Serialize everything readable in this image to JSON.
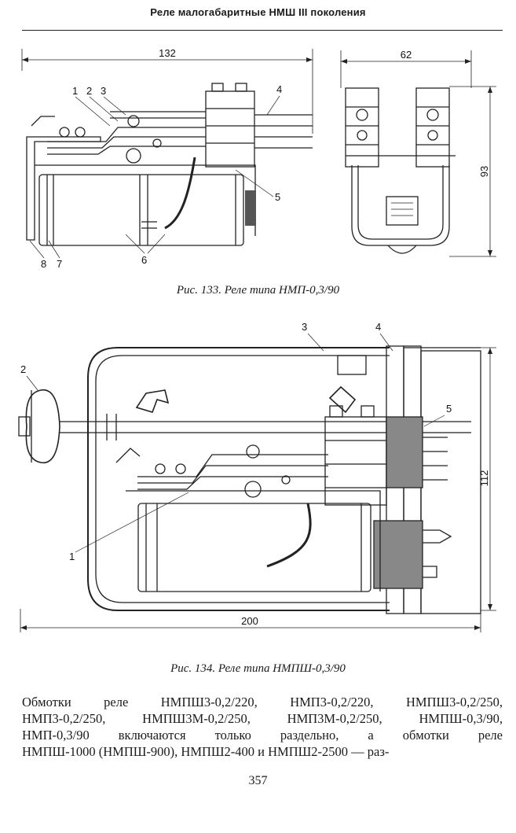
{
  "running_head": "Реле малогабаритные НМШ III поколения",
  "figure_133": {
    "caption": "Рис. 133. Реле типа НМП-0,3/90",
    "dims": {
      "length": "132",
      "width": "62",
      "height": "93"
    },
    "callouts": [
      "1",
      "2",
      "3",
      "4",
      "5",
      "6",
      "7",
      "8"
    ]
  },
  "figure_134": {
    "caption": "Рис. 134. Реле типа НМПШ-0,3/90",
    "dims": {
      "length": "200",
      "height": "112"
    },
    "callouts": [
      "1",
      "2",
      "3",
      "4",
      "5"
    ]
  },
  "body_text": [
    "Обмотки реле НМПШ3-0,2/220, НМП3-0,2/220, НМПШ3-0,2/250,",
    "НМП3-0,2/250, НМПШ3М-0,2/250, НМП3М-0,2/250, НМПШ-0,3/90,",
    "НМП-0,3/90 включаются только раздельно, а обмотки реле",
    "НМПШ-1000 (НМПШ-900), НМПШ2-400 и НМПШ2-2500 — раз-"
  ],
  "page_number": "357"
}
